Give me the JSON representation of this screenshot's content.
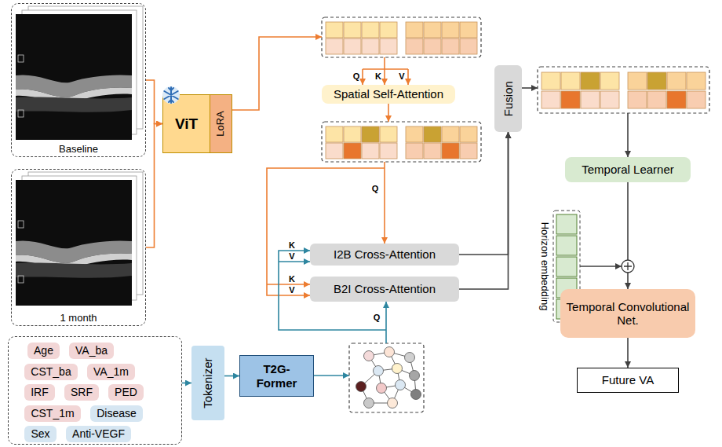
{
  "diagram": {
    "nodes": [
      {
        "text": [
          "Baseline"
        ]
      },
      {
        "text": [
          "1 month"
        ]
      },
      {
        "text": [
          "ViT"
        ]
      },
      {
        "text": [
          "LoRA"
        ]
      },
      {
        "text": [
          "Spatial Self-Attention"
        ]
      },
      {
        "text": [
          "Fusion"
        ]
      },
      {
        "text": [
          "I2B Cross-Attention"
        ]
      },
      {
        "text": [
          "B2I Cross-Attention"
        ]
      },
      {
        "text": [
          "Temporal Learner"
        ]
      },
      {
        "text": [
          "Temporal Convolutional Net."
        ]
      },
      {
        "text": []
      },
      {
        "text": [
          "Age"
        ],
        "in": 10
      },
      {
        "text": [
          "VA_ba"
        ],
        "in": 10
      },
      {
        "text": [
          "CST_ba"
        ],
        "in": 10
      },
      {
        "text": [
          "VA_1m"
        ],
        "in": 10
      },
      {
        "text": [
          "IRF"
        ],
        "in": 10
      },
      {
        "text": [
          "SRF"
        ],
        "in": 10
      },
      {
        "text": [
          "PED"
        ],
        "in": 10
      },
      {
        "text": [
          "CST_1m"
        ],
        "in": 10
      },
      {
        "text": [
          "Disease"
        ],
        "in": 10
      },
      {
        "text": [
          "Sex"
        ],
        "in": 10
      },
      {
        "text": [
          "Anti-VEGF"
        ],
        "in": 10
      },
      {
        "text": [
          "Tokenizer"
        ]
      },
      {
        "text": [
          "T2G-Former"
        ]
      },
      {
        "text": [
          "Future VA"
        ]
      }
    ],
    "edges": [
      {
        "from": 0,
        "to": 2,
        "arrow": "to"
      },
      {
        "from": 1,
        "to": 2,
        "arrow": "to"
      },
      {
        "from": 6,
        "to": 5,
        "arrow": "to"
      },
      {
        "from": 7,
        "to": 5,
        "arrow": "to"
      },
      {
        "from": 8,
        "to": 9,
        "arrow": "to"
      },
      {
        "from": 9,
        "to": 24,
        "arrow": "to"
      },
      {
        "from": 10,
        "to": 22,
        "arrow": "to"
      },
      {
        "from": 22,
        "to": 23,
        "arrow": "to"
      }
    ],
    "labels": [
      "Q",
      "K",
      "V",
      "Q",
      "K",
      "V",
      "K",
      "V",
      "Q",
      "Horizon embedding"
    ]
  }
}
